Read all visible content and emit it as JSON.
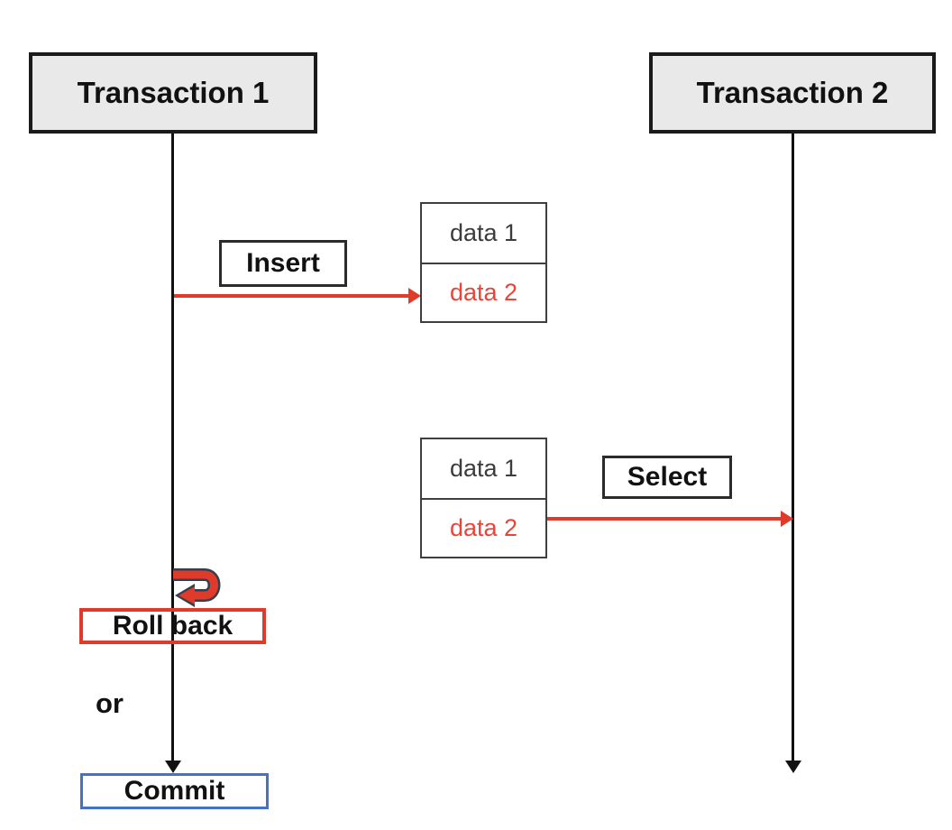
{
  "actors": [
    {
      "label": "Transaction 1"
    },
    {
      "label": "Transaction 2"
    }
  ],
  "messages": {
    "insert_label": "Insert",
    "select_label": "Select"
  },
  "tables": [
    {
      "rows": [
        {
          "label": "data 1"
        },
        {
          "label": "data 2"
        }
      ]
    },
    {
      "rows": [
        {
          "label": "data 1"
        },
        {
          "label": "data 2"
        }
      ]
    }
  ],
  "outcomes": {
    "rollback_label": "Roll back",
    "or_label": "or",
    "commit_label": "Commit"
  },
  "icons": {
    "rollback_icon": "u-turn-undo-arrow"
  },
  "colors": {
    "red": "#e03a2b",
    "blue": "#4472c4",
    "box_fill": "#e9e9e9",
    "box_border": "#1a1a1a",
    "line": "#111111",
    "table_border": "#3f3f3f",
    "data_text": "#3c3c3c",
    "data_highlight": "#e8453a",
    "icon_outline": "#333f50",
    "background": "#ffffff"
  }
}
